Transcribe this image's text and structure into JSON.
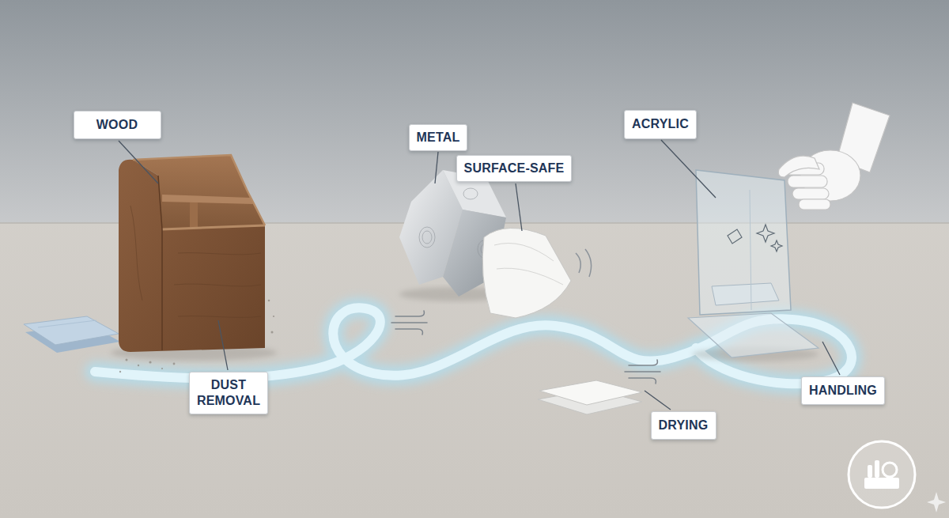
{
  "diagram": {
    "nodes": [
      {
        "text": [
          "WOOD"
        ]
      },
      {
        "text": [
          "METAL"
        ]
      },
      {
        "text": [
          "SURFACE-SAFE"
        ]
      },
      {
        "text": [
          "ACRYLIC"
        ]
      },
      {
        "text": [
          "DUST REMOVAL"
        ]
      },
      {
        "text": [
          "DRYING"
        ]
      },
      {
        "text": [
          "HANDLING"
        ]
      }
    ]
  }
}
